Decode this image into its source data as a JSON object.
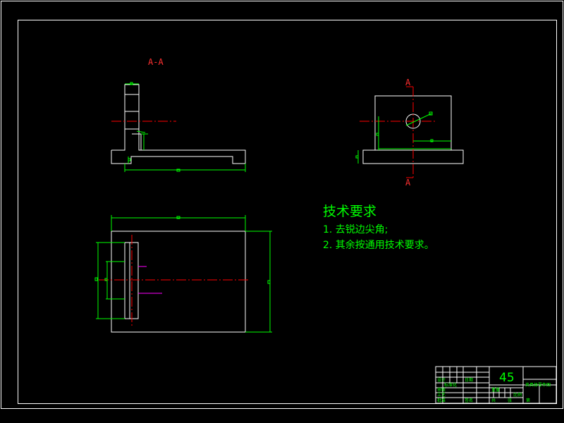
{
  "drawing": {
    "section_label": "A-A",
    "cut_marks": [
      "A",
      "A"
    ],
    "tech_notes": {
      "title": "技术要求",
      "items": [
        "1. 去锐边尖角;",
        "2. 其余按通用技术要求。"
      ]
    },
    "title_block": {
      "material": "45",
      "part_name": "夹具体零件图",
      "scale": "比例",
      "labels": [
        "设计",
        "审核",
        "工艺",
        "批准",
        "标准化",
        "日期",
        "签名",
        "重量",
        "共",
        "张",
        "第"
      ]
    }
  },
  "colors": {
    "background": "#000000",
    "outline": "#ffffff",
    "dimension": "#00ff00",
    "centerline": "#ff0000",
    "hidden": "#ff00ff"
  }
}
